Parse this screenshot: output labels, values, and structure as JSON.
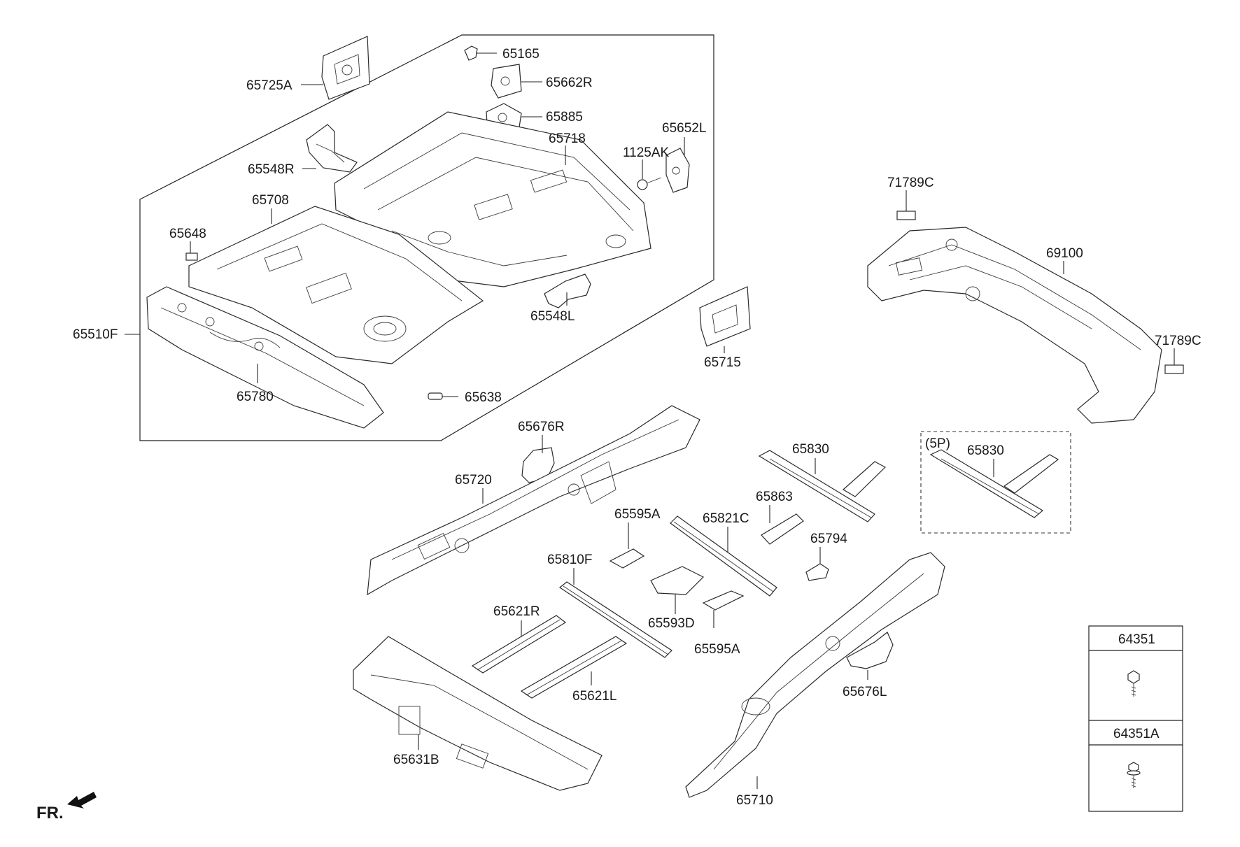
{
  "orientation_marker": {
    "text": "FR."
  },
  "labels": {
    "p65165": "65165",
    "p65725A": "65725A",
    "p65662R": "65662R",
    "p65885": "65885",
    "p65652L": "65652L",
    "p65718": "65718",
    "p1125AK": "1125AK",
    "p65548R": "65548R",
    "p65708": "65708",
    "p65648": "65648",
    "p65510F": "65510F",
    "p65548L": "65548L",
    "p65715": "65715",
    "p65780": "65780",
    "p65638": "65638",
    "p71789C_top": "71789C",
    "p69100": "69100",
    "p71789C_right": "71789C",
    "p65676R": "65676R",
    "p65720": "65720",
    "p65830": "65830",
    "p5P": "(5P)",
    "p65830_box": "65830",
    "p65863": "65863",
    "p65595A_top": "65595A",
    "p65821C": "65821C",
    "p65794": "65794",
    "p65810F": "65810F",
    "p65593D": "65593D",
    "p65595A_bottom": "65595A",
    "p65621R": "65621R",
    "p65621L": "65621L",
    "p65676L": "65676L",
    "p65631B": "65631B",
    "p65710": "65710"
  },
  "fastener_table": {
    "row1": "64351",
    "row2": "64351A"
  },
  "icons": [
    "fr-arrow-icon",
    "bolt-icon",
    "flange-bolt-icon"
  ]
}
